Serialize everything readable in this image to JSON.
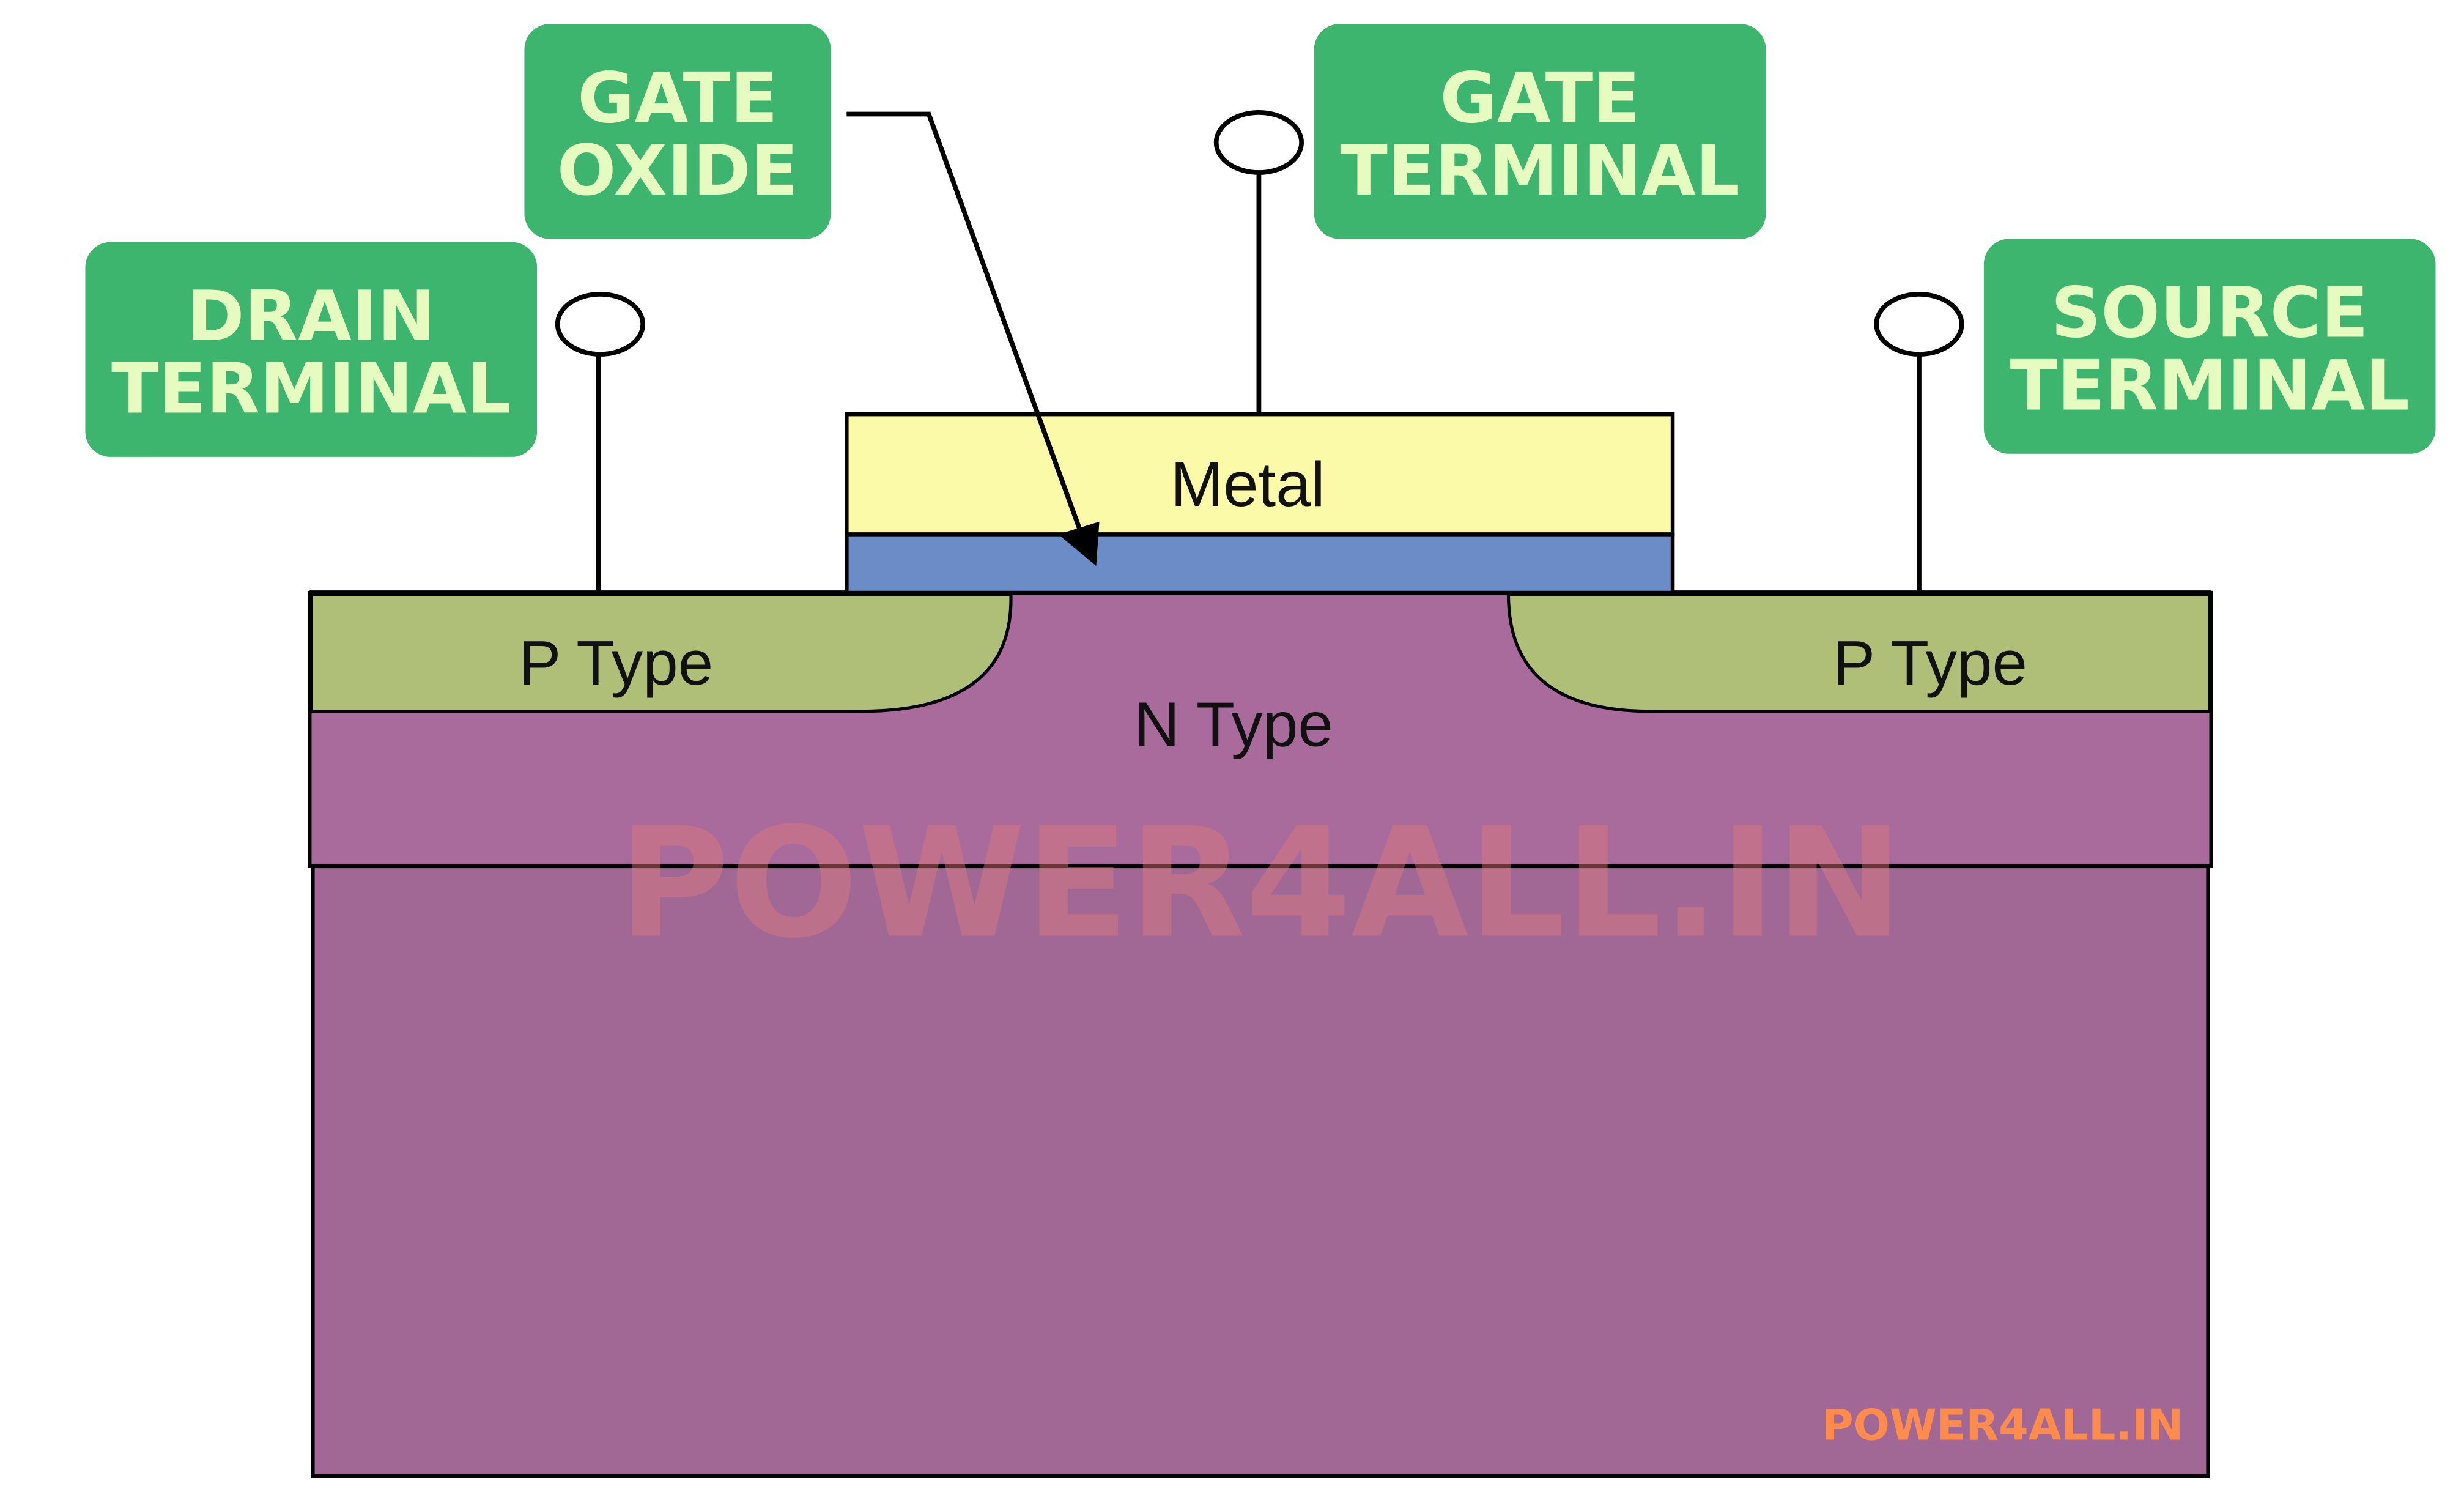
{
  "labels": {
    "drain": [
      "DRAIN",
      "TERMINAL"
    ],
    "gate_oxide": [
      "GATE",
      "OXIDE"
    ],
    "gate": [
      "GATE",
      "TERMINAL"
    ],
    "source": [
      "SOURCE",
      "TERMINAL"
    ]
  },
  "regions": {
    "metal": "Metal",
    "p_left": "P Type",
    "p_right": "P Type",
    "n": "N Type"
  },
  "watermark": "POWER4ALL.IN",
  "footer_brand": "POWER4ALL.IN",
  "colors": {
    "label_bg": "#3db56f",
    "label_text": "#e6fbbf",
    "metal": "#fafaa8",
    "oxide": "#6b8cc6",
    "p_type": "#b0bf78",
    "n_type": "#a86b9b",
    "substrate": "#a16895",
    "brand": "#ff8c4c"
  }
}
